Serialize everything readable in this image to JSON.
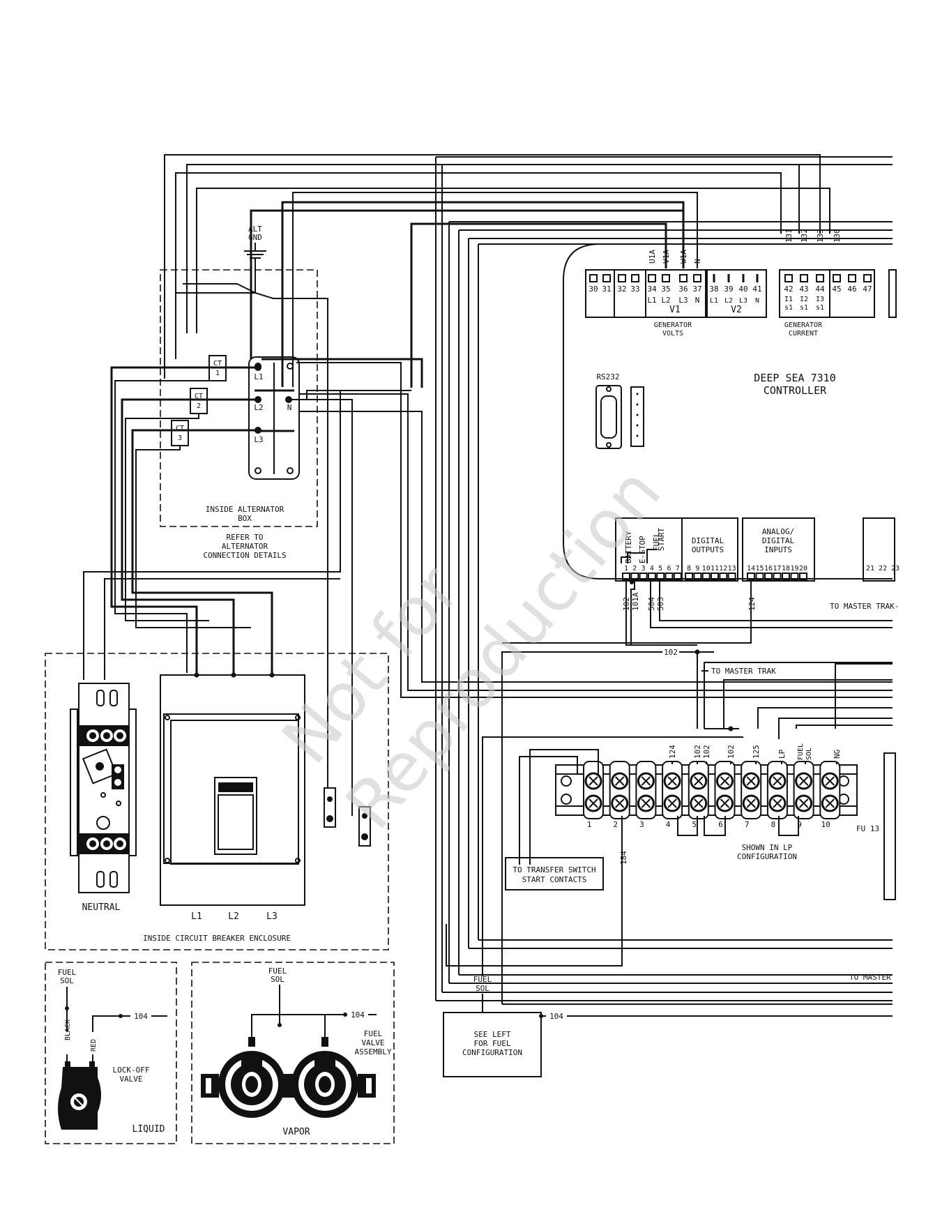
{
  "diagram": {
    "alt_gnd": [
      "ALT",
      "GND"
    ],
    "ct_labels": [
      [
        "CT",
        "1"
      ],
      [
        "CT",
        "2"
      ],
      [
        "CT",
        "3"
      ]
    ],
    "term_labels": [
      "L1",
      "L2",
      "N",
      "L3"
    ],
    "alt_box": {
      "title": [
        "INSIDE ALTERNATOR",
        "BOX"
      ],
      "refer": [
        "REFER TO",
        "ALTERNATOR",
        "CONNECTION DETAILS"
      ]
    },
    "controller": {
      "title": [
        "DEEP SEA 7310",
        "CONTROLLER"
      ],
      "rs232": "RS232",
      "volts_pins": [
        "30",
        "31",
        "32",
        "33",
        "34",
        "35",
        "36",
        "37"
      ],
      "volts_phase": [
        "L1",
        "L2",
        "L3",
        "N"
      ],
      "v1": "V1",
      "v2_pins": [
        "38",
        "39",
        "40",
        "41"
      ],
      "v2_phase": [
        "L1",
        "L2",
        "L3",
        "N"
      ],
      "v2": "V2",
      "volts_label": [
        "GENERATOR",
        "VOLTS"
      ],
      "volt_wires": [
        "U1A",
        "V1A",
        "W1A",
        "N"
      ],
      "curr_pins": [
        "42",
        "43",
        "44",
        "45",
        "46",
        "47"
      ],
      "curr_sub": [
        [
          "I1",
          "s1"
        ],
        [
          "I2",
          "s1"
        ],
        [
          "I3",
          "s1"
        ]
      ],
      "curr_label": [
        "GENERATOR",
        "CURRENT"
      ],
      "curr_wires": [
        "131",
        "132",
        "133",
        "130"
      ],
      "power_labels": [
        "BATTERY",
        "E-STOP",
        "FUEL",
        "START"
      ],
      "dig_out_pins": [
        "1",
        "2",
        "3",
        "4",
        "5",
        "6",
        "7",
        "8",
        "9",
        "10",
        "11",
        "12",
        "13"
      ],
      "digital_outputs": [
        "DIGITAL",
        "OUTPUTS"
      ],
      "analog_pins": [
        "14",
        "15",
        "16",
        "17",
        "18",
        "19",
        "20"
      ],
      "analog_inputs": [
        "ANALOG/",
        "DIGITAL",
        "INPUTS"
      ],
      "right_pins": "21 22 23",
      "bottom_wires": [
        "102",
        "101A",
        "504",
        "503",
        "124"
      ]
    },
    "to_master_trak": "TO MASTER TRAK-",
    "to_master_trak_2": "TO MASTER TRAK",
    "to_master_trak_3": "TO MASTER",
    "wire_102": "102",
    "tb_wires": [
      "124",
      "102",
      "102",
      "102",
      "125",
      "LP",
      "FUEL SOL",
      "NG"
    ],
    "tb_numbers": [
      "1",
      "2",
      "3",
      "4",
      "5",
      "6",
      "7",
      "8",
      "9",
      "10"
    ],
    "fu13": "FU 13",
    "lp_config": [
      "SHOWN IN LP",
      "CONFIGURATION"
    ],
    "transfer_switch": [
      "TO TRANSFER SWITCH",
      "START CONTACTS"
    ],
    "wire_184": "184",
    "cb": {
      "neutral": "NEUTRAL",
      "phases": [
        "L1",
        "L2",
        "L3"
      ],
      "enclosure": "INSIDE CIRCUIT BREAKER ENCLOSURE"
    },
    "liquid": {
      "fuel_sol": [
        "FUEL",
        "SOL"
      ],
      "black": "BLACK",
      "red": "RED",
      "wire": "104",
      "lock_off": [
        "LOCK-OFF",
        "VALVE"
      ],
      "name": "LIQUID"
    },
    "vapor": {
      "fuel_sol": [
        "FUEL",
        "SOL"
      ],
      "wire": "104",
      "fva": [
        "FUEL",
        "VALVE",
        "ASSEMBLY"
      ],
      "name": "VAPOR"
    },
    "fuel_sol_main": [
      "FUEL",
      "SOL"
    ],
    "see_left": [
      "SEE LEFT",
      "FOR FUEL",
      "CONFIGURATION"
    ],
    "wire_104_main": "104",
    "watermark": [
      "Not for",
      "Reproduction"
    ]
  }
}
